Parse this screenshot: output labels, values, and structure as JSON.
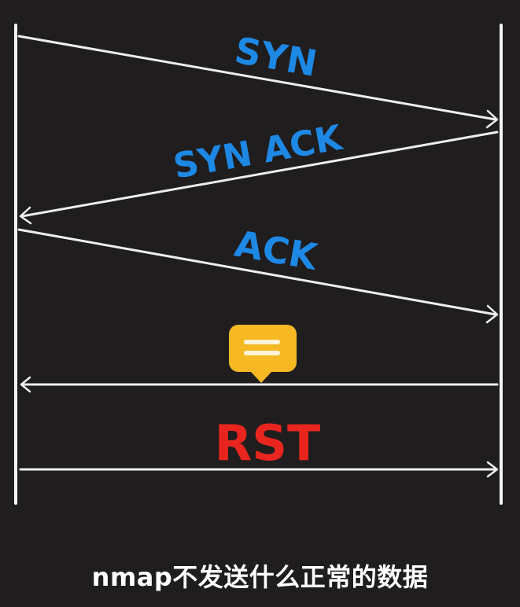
{
  "diagram": {
    "messages": [
      {
        "label": "SYN",
        "direction": "left-to-right",
        "label_color": "#1e88e5"
      },
      {
        "label": "SYN ACK",
        "direction": "right-to-left",
        "label_color": "#1e88e5"
      },
      {
        "label": "ACK",
        "direction": "left-to-right",
        "label_color": "#1e88e5"
      },
      {
        "label": "",
        "direction": "right-to-left",
        "icon": "message-bubble-icon",
        "icon_color": "#f6b823"
      },
      {
        "label": "RST",
        "direction": "left-to-right",
        "label_color": "#e8251f"
      }
    ],
    "line_color": "#f2f2f2",
    "background": "#1f1d1e"
  },
  "caption": "nmap不发送什么正常的数据"
}
